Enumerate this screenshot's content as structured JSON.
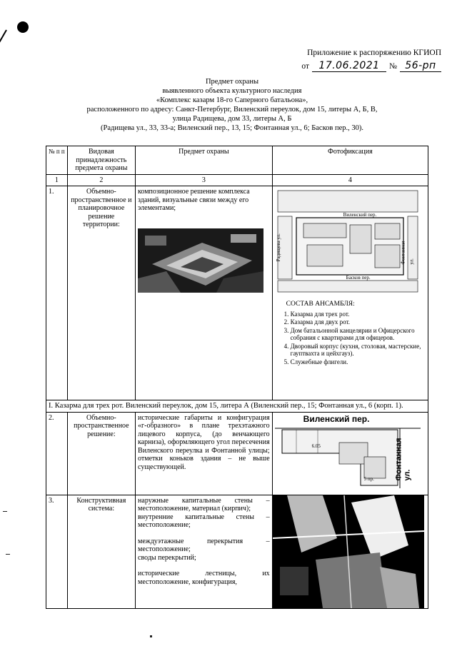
{
  "appendix": {
    "line1": "Приложение к распоряжению КГИОП",
    "ot_label": "от",
    "date": "17.06.2021",
    "no_label": "№",
    "number": "56-рп"
  },
  "title": {
    "line1": "Предмет охраны",
    "line2": "выявленного объекта культурного наследия",
    "line3": "«Комплекс казарм 18-го Саперного батальона»,",
    "line4": "расположенного по адресу: Санкт-Петербург, Виленский переулок, дом 15, литеры А, Б, В,",
    "line5": "улица Радищева, дом 33, литеры А, Б",
    "line6": "(Радищева ул., 33, 33-а; Виленский пер., 13, 15; Фонтанная ул., 6; Басков пер., 30)."
  },
  "table": {
    "headers": [
      "№ п п",
      "Видовая принадлежность предмета охраны",
      "Предмет охраны",
      "Фотофиксация"
    ],
    "numbers": [
      "1",
      "2",
      "3",
      "4"
    ],
    "row1": {
      "num": "1.",
      "type": "Объемно-пространственное и планировочное решение территории:",
      "subject": "композиционное решение комплекса зданий, визуальные связи между его элементами;",
      "map_labels": [
        "Виленский пер.",
        "Радищева ул.",
        "Басков пер.",
        "Фонтанная ул."
      ],
      "ensemble_title": "СОСТАВ АНСАМБЛЯ:",
      "ensemble": [
        "Казарма для трех рот.",
        "Казарма для двух рот.",
        "Дом батальонной канцелярии и Офицерского собрания с квартирами для офицеров.",
        "Дворовый корпус (кухня, столовая, мастерские, гауптвахта и цейхгауз).",
        "Служебные флигели."
      ]
    },
    "section": "I. Казарма для трех рот. Виленский переулок, дом 15, литера А (Виленский пер., 15; Фонтанная ул., 6 (корп. 1).",
    "row2": {
      "num": "2.",
      "type": "Объемно-пространственное решение:",
      "subject": "исторические габариты и конфигурация «г-образного» в плане трехэтажного лицевого корпуса, (до венчающего карниза), оформляющего угол пересечения Виленского переулка и Фонтанной улицы; отметки коньков здания – не выше существующей.",
      "map_street1": "Виленский пер.",
      "map_street2": "Фонтанная ул.",
      "map_floor": "6.05",
      "map_floor2": "5 пр."
    },
    "row3": {
      "num": "3.",
      "type": "Конструктивная система:",
      "subject_lines": [
        "наружные капитальные стены – местоположение, материал (кирпич);",
        "внутренние капитальные стены – местоположение;",
        "",
        "междуэтажные перекрытия – местоположение;",
        "своды перекрытий;",
        "",
        "исторические лестницы, их местоположение, конфигурация,"
      ]
    }
  }
}
